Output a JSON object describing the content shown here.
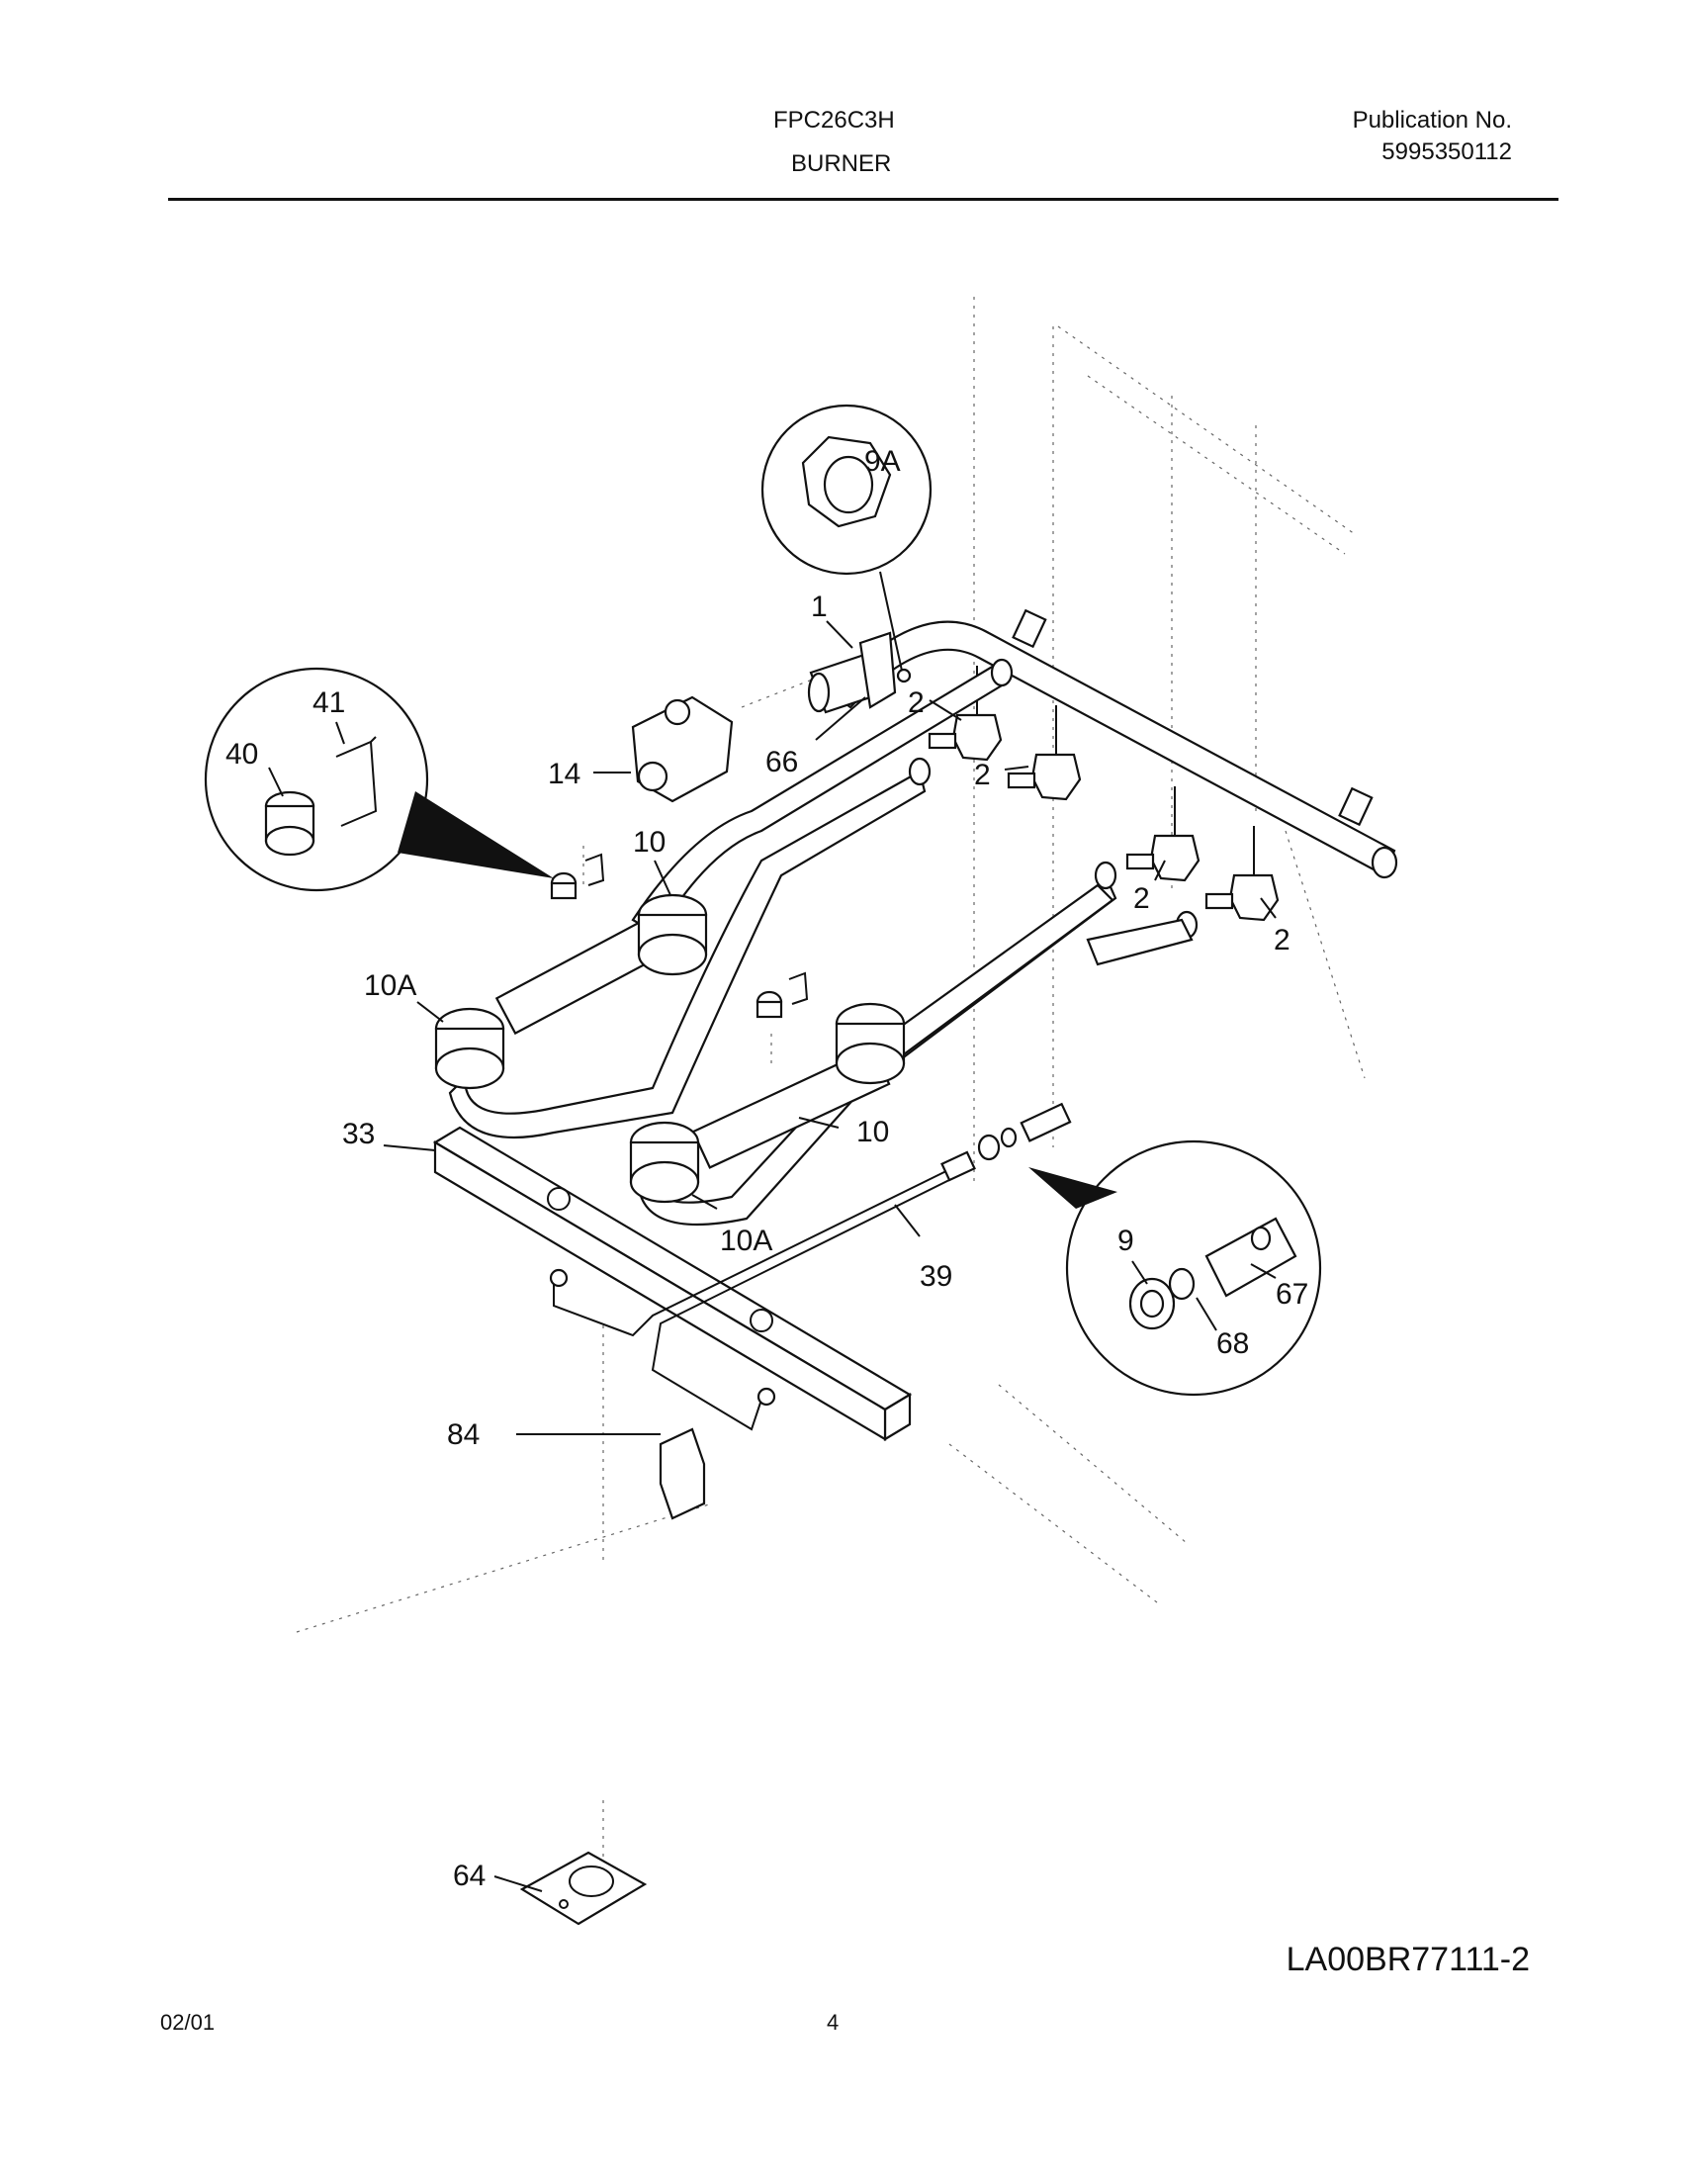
{
  "header": {
    "model": "FPC26C3H",
    "section": "BURNER",
    "publication_label": "Publication No.",
    "publication_number": "5995350112"
  },
  "footer": {
    "date": "02/01",
    "page": "4",
    "drawing_id": "LA00BR77111-2"
  },
  "callouts": {
    "manifold": "1",
    "valve_a": "2",
    "valve_b": "2",
    "valve_c": "2",
    "valve_d": "2",
    "orifice_nut_detail": "9A",
    "fitting_nut": "9",
    "burner_left": "10",
    "burner_right": "10",
    "burner_left_rear": "10A",
    "burner_right_rear": "10A",
    "regulator": "14",
    "support_bracket": "33",
    "tube": "39",
    "clip": "40",
    "clip_bracket": "41",
    "gasket": "64",
    "clamp": "66",
    "fitting": "67",
    "ferrule": "68",
    "bracket": "84"
  },
  "colors": {
    "ink": "#111111",
    "page": "#ffffff"
  }
}
